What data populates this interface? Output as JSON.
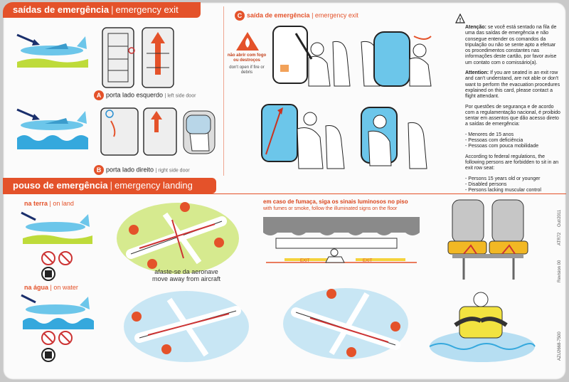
{
  "section_exits": {
    "title_pt": "saídas de emergência",
    "title_en": "emergency exit",
    "door_left_pt": "porta lado esquerdo",
    "door_left_en": "left side door",
    "door_right_pt": "porta lado direito",
    "door_right_en": "right side door",
    "label_a": "A",
    "label_b": "B",
    "label_c": "C",
    "seat_exit_pt": "saída de emergência",
    "seat_exit_en": "emergency exit"
  },
  "no_fire": {
    "pt": "não abrir com fogo ou destroços",
    "en": "don't open if fire or debris"
  },
  "notice": {
    "atencao_title": "Atenção:",
    "atencao_text": "se você está sentado na fila de uma das saídas de emergência e não consegue entender os comandos da tripulação ou não se sente apto a efetuar os procedimentos constantes nas informações deste cartão, por favor avise um contato com o comissário(a).",
    "attention_title": "Attention:",
    "attention_text": "If you are seated in an exit row and can't understand, are not able or don't want to perform the evacuation procedures explained on this card, please contact a flight attendant.",
    "law_pt": "Por questões de segurança e de acordo com a regulamentação nacional, é proibido sentar em assentos que dão acesso direto a saídas de emergência:",
    "list_pt": [
      "- Menores de 15 anos",
      "- Pessoas com deficiência",
      "- Pessoas com pouca mobilidade"
    ],
    "law_en": "According to federal regulations, the following persons are forbidden to sit in an exit row seat:",
    "list_en": [
      "- Persons 15 years old or younger",
      "- Disabled persons",
      "- Persons lacking muscular control"
    ]
  },
  "section_landing": {
    "title_pt": "pouso de emergência",
    "title_en": "emergency landing",
    "land_pt": "na terra",
    "land_en": "on land",
    "water_pt": "na água",
    "water_en": "on water",
    "move_away_pt": "afaste-se da aeronave",
    "move_away_en": "move away from aircraft",
    "smoke_pt": "em caso de fumaça, siga os sinais luminosos no piso",
    "smoke_en": "with fumes or smoke, follow the illuminated signs on the floor",
    "exit_sign": "EXIT"
  },
  "side_codes": {
    "code": "AZU2668-7500",
    "revision": "Revision 00",
    "model": "ATR72",
    "date": "Out/2011"
  },
  "colors": {
    "accent": "#e4522a",
    "plane_blue": "#6cc6ea",
    "ground_green": "#bedb3a",
    "water_blue": "#35a8dd"
  }
}
